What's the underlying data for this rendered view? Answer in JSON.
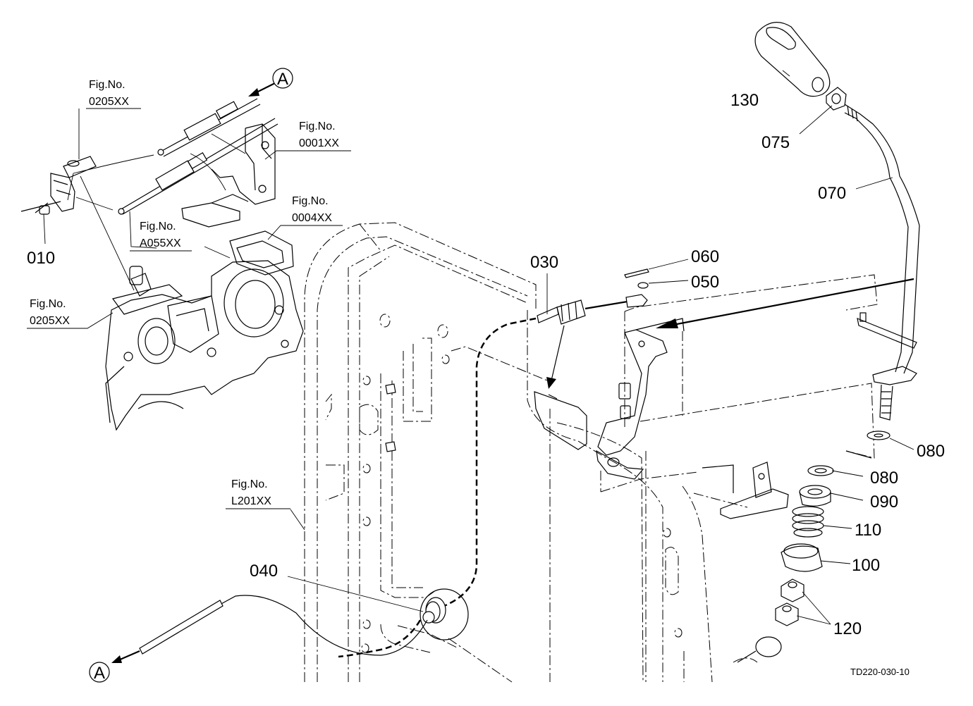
{
  "callouts": {
    "p010": "010",
    "p030": "030",
    "p040": "040",
    "p050": "050",
    "p060": "060",
    "p070": "070",
    "p075": "075",
    "p080a": "080",
    "p080b": "080",
    "p090": "090",
    "p100": "100",
    "p110": "110",
    "p120": "120",
    "p130": "130"
  },
  "figure_refs": {
    "fig_label": "Fig.No.",
    "r1": "0205XX",
    "r2": "0001XX",
    "r3": "0004XX",
    "r4": "A055XX",
    "r5": "0205XX",
    "r6": "L201XX"
  },
  "connectors": {
    "a_top": "A",
    "a_bottom": "A"
  },
  "drawing_code": "TD220-030-10"
}
